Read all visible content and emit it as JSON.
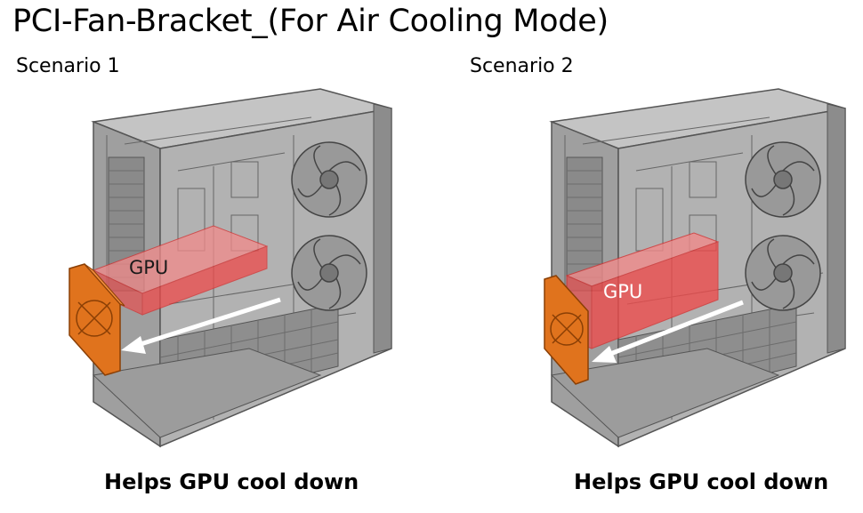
{
  "title": "PCI-Fan-Bracket_(For Air Cooling Mode)",
  "scenarios": [
    {
      "label": "Scenario 1",
      "gpu_label": "GPU",
      "caption": "Helps GPU cool down"
    },
    {
      "label": "Scenario 2",
      "gpu_label": "GPU",
      "caption": "Helps GPU cool down"
    }
  ],
  "colors": {
    "case_gray": "#a9a9a9",
    "case_dark": "#7d7d7d",
    "gpu_red": "#ef4b4b",
    "bracket_orange": "#e0731d",
    "arrow": "#ffffff"
  }
}
